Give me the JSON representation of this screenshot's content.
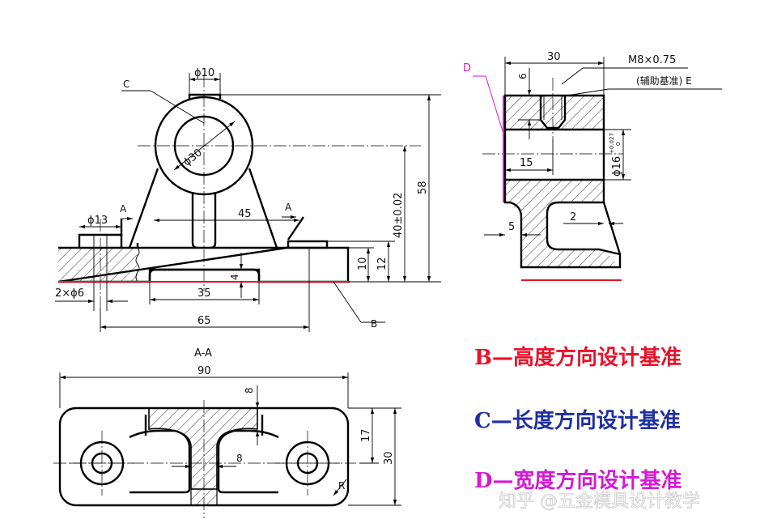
{
  "front_view": {
    "datum_c": "C",
    "datum_b": "B",
    "dims": {
      "top_boss_dia": "ϕ10",
      "ring_dia": "ϕ30",
      "hole_dia": "ϕ13",
      "section_a_left": "A",
      "section_a_right": "A",
      "spacing_45": "45",
      "height_40": "40±0.02",
      "height_58": "58",
      "base_10": "10",
      "base_12": "12",
      "slot_4": "4",
      "slot_35": "35",
      "holes_2x6": "2×ϕ6",
      "length_65": "65"
    }
  },
  "side_view": {
    "datum_d": "D",
    "dims": {
      "width_30": "30",
      "thread": "M8×0.75",
      "aux_datum": "(辅助基准) E",
      "depth_6": "6",
      "length_15": "15",
      "bore_dia": "ϕ16",
      "bore_tol_upper": "+0.027",
      "bore_tol_lower": "0",
      "wall_5": "5",
      "gap_2": "2"
    }
  },
  "section_view": {
    "title": "A-A",
    "dims": {
      "length_90": "90",
      "rib_8_top": "8",
      "rib_8_mid": "8",
      "width_17": "17",
      "width_30": "30",
      "radius": "R"
    }
  },
  "legend": {
    "items": [
      {
        "text": "B—高度方向设计基准",
        "color": "#e8132b"
      },
      {
        "text": "C—长度方向设计基准",
        "color": "#1f2f9e"
      },
      {
        "text": "D—宽度方向设计基准",
        "color": "#d41ad4"
      }
    ]
  },
  "watermark": "知乎 @五金模具设计教学",
  "colors": {
    "datum_b": "#e8132b",
    "datum_d": "#d41ad4",
    "line": "#000000"
  }
}
